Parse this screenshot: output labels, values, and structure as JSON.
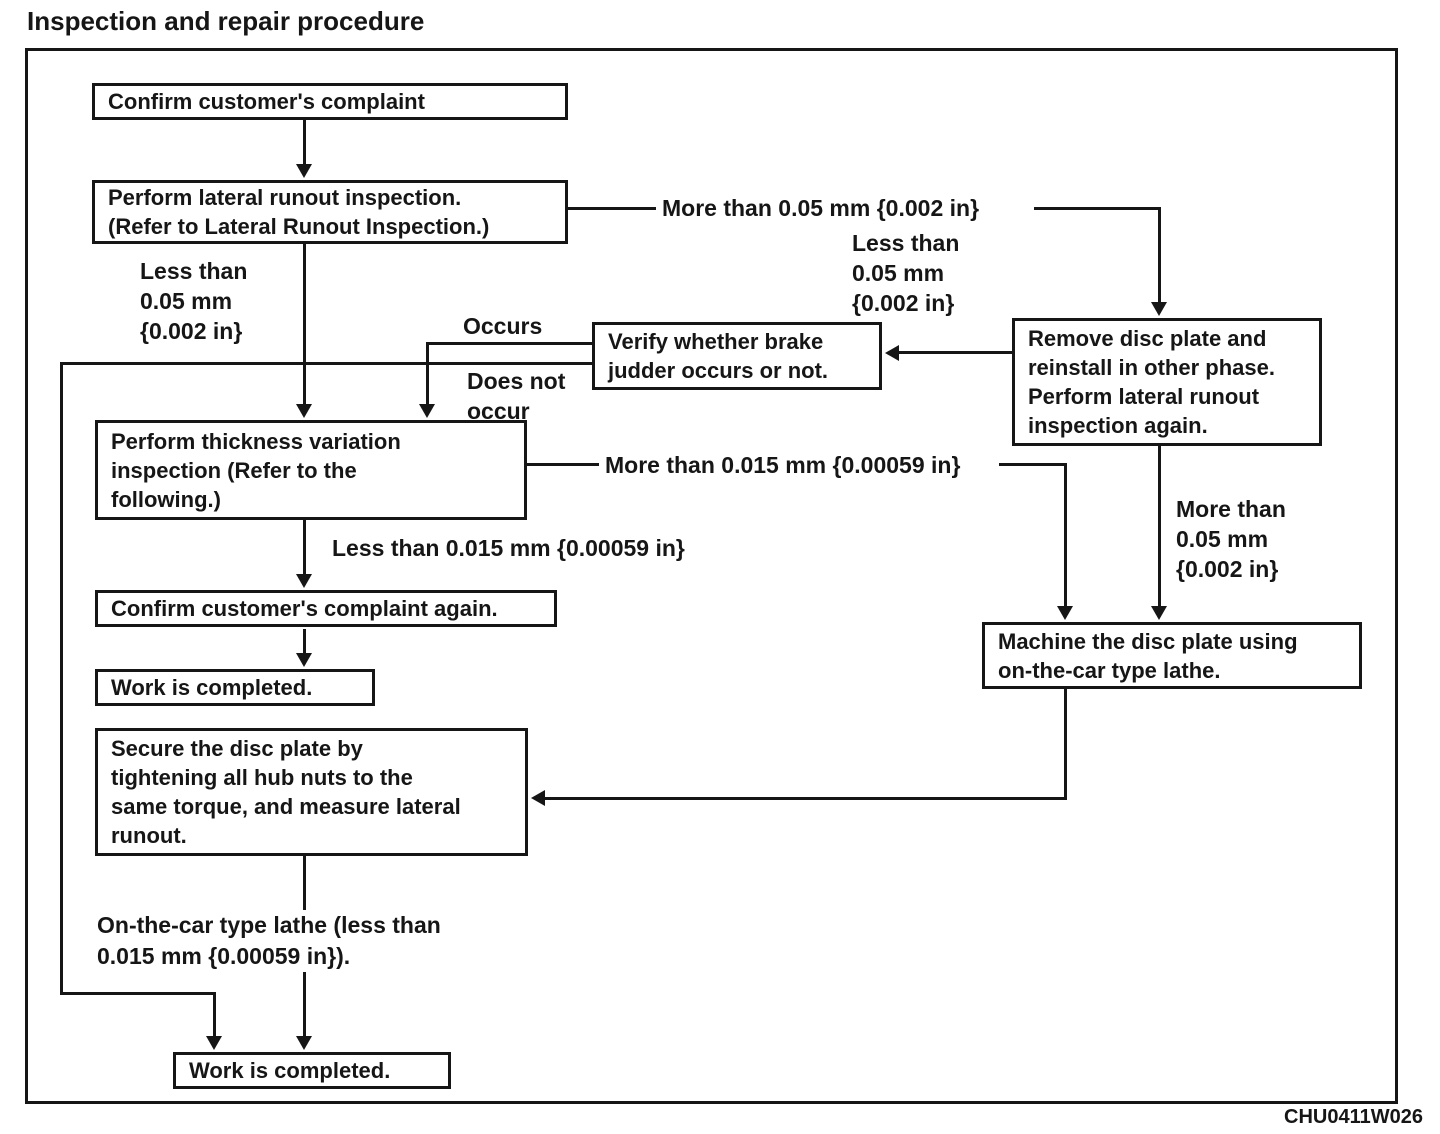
{
  "title": "Inspection and repair procedure",
  "figure_code": "CHU0411W026",
  "colors": {
    "ink": "#161616",
    "background": "#ffffff"
  },
  "boxes": {
    "confirm_complaint": "Confirm customer's complaint",
    "lateral_runout": "Perform lateral runout inspection.\n(Refer to Lateral Runout Inspection.)",
    "verify_judder": "Verify whether brake\njudder occurs or not.",
    "remove_disc": "Remove disc plate and\nreinstall in other phase.\nPerform lateral runout\ninspection again.",
    "thickness_variation": "Perform thickness variation\ninspection (Refer to the\nfollowing.)",
    "confirm_again": "Confirm customer's complaint again.",
    "work_completed_first": "Work is completed.",
    "machine_disc": "Machine the disc plate using\non-the-car type lathe.",
    "secure_disc": "Secure the disc plate by\ntightening all hub nuts to the\nsame torque, and measure lateral\nrunout.",
    "work_completed_final": "Work is completed."
  },
  "labels": {
    "less_than_005_left": "Less than\n0.05 mm\n{0.002 in}",
    "more_than_005_top": "More than 0.05 mm {0.002 in}",
    "less_than_005_right": "Less than\n0.05 mm\n{0.002 in}",
    "occurs": "Occurs",
    "does_not_occur": "Does not\noccur",
    "more_than_0015": "More than 0.015 mm {0.00059 in}",
    "less_than_0015": "Less than 0.015 mm {0.00059 in}",
    "more_than_005_bottom": "More than\n0.05 mm\n{0.002 in}",
    "on_the_car_lathe": "On-the-car type lathe (less than\n0.015 mm {0.00059 in})."
  }
}
